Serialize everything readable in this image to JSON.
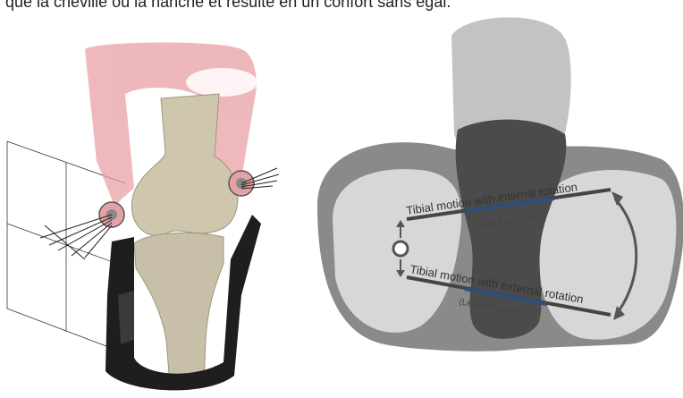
{
  "header": {
    "partial_text": "que la cheville ou la hanche et résulte en un confort sans égal."
  },
  "diagram": {
    "internal_label": "Tibial motion with internal rotation",
    "internal_sublabel": "(Leg in Extension)",
    "external_label": "Tibial motion with external rotation",
    "external_sublabel": "(Leg in Flexion)"
  },
  "colors": {
    "brace_black": "#1e1e1e",
    "brace_pink": "#e89aa0",
    "bone": "#cfc6ae",
    "condyle_outer": "#8a8a8a",
    "condyle_inner": "#d7d7d7",
    "foot_dark": "#4b4b4b",
    "foot_light": "#c3c3c3",
    "axis_blue": "#2d4f7c",
    "arrow_grey": "#555555"
  }
}
